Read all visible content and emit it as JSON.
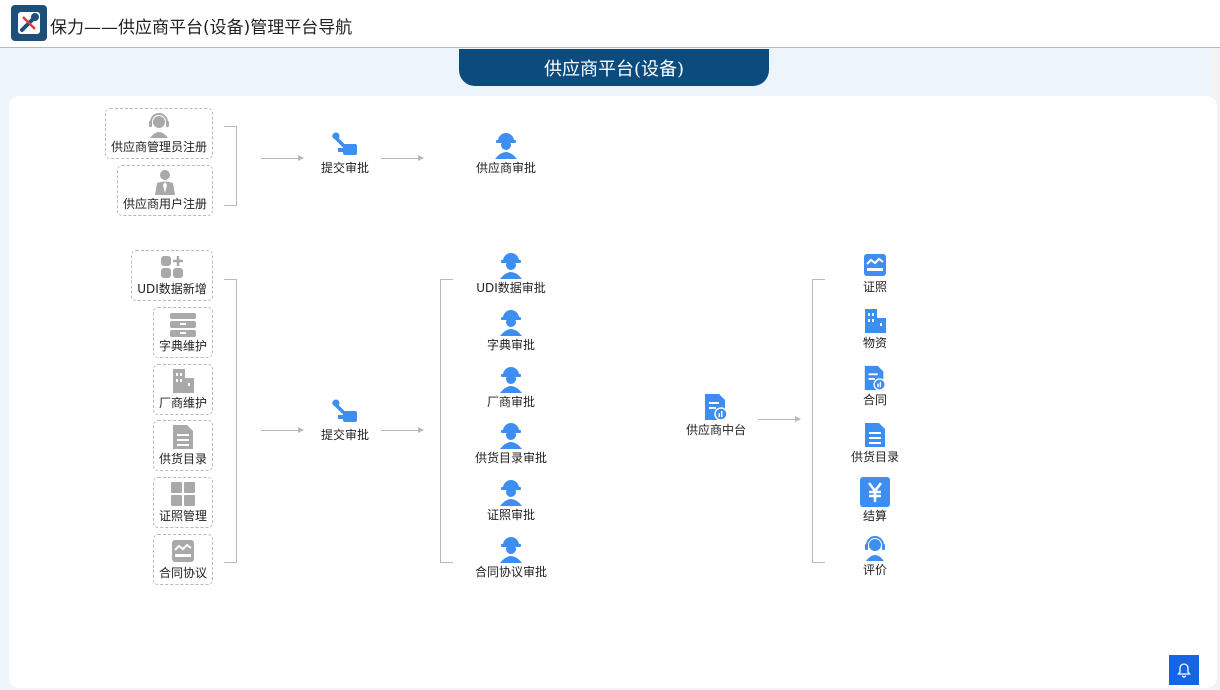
{
  "app": {
    "title": "保力——供应商平台(设备)管理平台导航"
  },
  "header": {
    "title": "供应商平台(设备)"
  },
  "top_flow": {
    "sources": [
      {
        "label": "供应商管理员注册",
        "icon": "headset-person-icon"
      },
      {
        "label": "供应商用户注册",
        "icon": "person-tie-icon"
      }
    ],
    "submit": {
      "label": "提交审批",
      "icon": "tools-icon"
    },
    "approval": {
      "label": "供应商审批",
      "icon": "worker-helmet-icon"
    }
  },
  "bottom_flow": {
    "sources": [
      {
        "label": "UDI数据新增",
        "icon": "grid-plus-icon"
      },
      {
        "label": "字典维护",
        "icon": "drawer-icon"
      },
      {
        "label": "厂商维护",
        "icon": "building-icon"
      },
      {
        "label": "供货目录",
        "icon": "document-icon"
      },
      {
        "label": "证照管理",
        "icon": "grid-icon"
      },
      {
        "label": "合同协议",
        "icon": "monitor-chart-icon"
      }
    ],
    "submit": {
      "label": "提交审批",
      "icon": "tools-icon"
    },
    "approvals": [
      {
        "label": "UDI数据审批"
      },
      {
        "label": "字典审批"
      },
      {
        "label": "厂商审批"
      },
      {
        "label": "供货目录审批"
      },
      {
        "label": "证照审批"
      },
      {
        "label": "合同协议审批"
      }
    ],
    "center": {
      "label": "供应商中台",
      "icon": "report-doc-icon"
    },
    "outputs": [
      {
        "label": "证照",
        "icon": "monitor-chart-icon"
      },
      {
        "label": "物资",
        "icon": "building-icon"
      },
      {
        "label": "合同",
        "icon": "report-doc-icon"
      },
      {
        "label": "供货目录",
        "icon": "document-icon"
      },
      {
        "label": "结算",
        "icon": "yen-icon"
      },
      {
        "label": "评价",
        "icon": "headset-person-icon"
      }
    ]
  },
  "colors": {
    "accent": "#3d8ef0",
    "gray_icon": "#a9a9a9",
    "header": "#0b4b7d",
    "bell": "#1565e6"
  }
}
